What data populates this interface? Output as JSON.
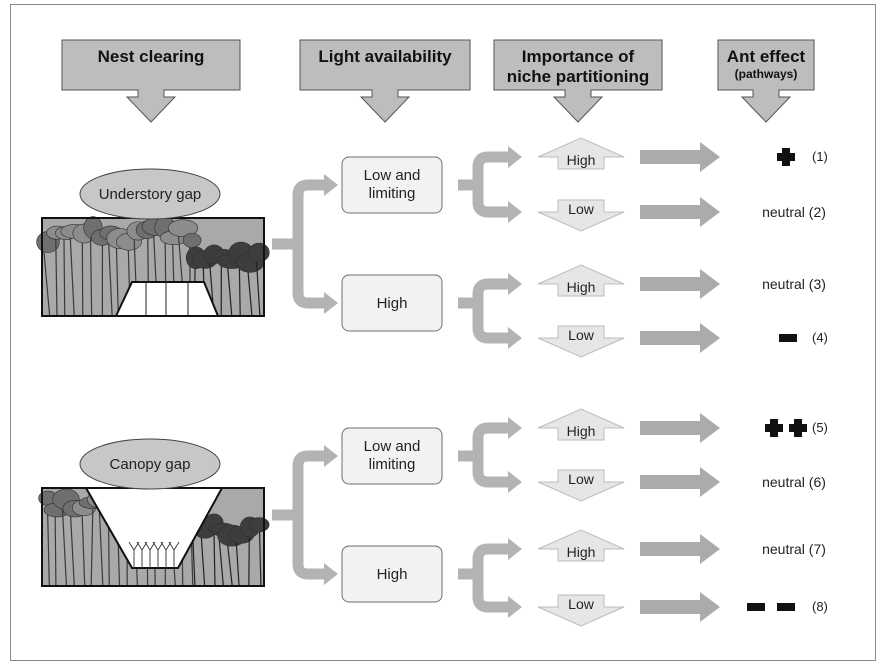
{
  "headers": [
    {
      "lines": [
        "Nest clearing"
      ],
      "sub": ""
    },
    {
      "lines": [
        "Light availability"
      ],
      "sub": ""
    },
    {
      "lines": [
        "Importance of",
        "niche partitioning"
      ],
      "sub": ""
    },
    {
      "lines": [
        "Ant effect"
      ],
      "sub": "(pathways)"
    }
  ],
  "gaps": [
    {
      "label": "Understory gap",
      "kind": "understory"
    },
    {
      "label": "Canopy gap",
      "kind": "canopy"
    }
  ],
  "light": [
    {
      "lines": [
        "Low and",
        "limiting"
      ]
    },
    {
      "lines": [
        "High"
      ]
    },
    {
      "lines": [
        "Low and",
        "limiting"
      ]
    },
    {
      "lines": [
        "High"
      ]
    }
  ],
  "niche": [
    "High",
    "Low",
    "High",
    "Low",
    "High",
    "Low",
    "High",
    "Low"
  ],
  "effects": [
    {
      "symbol": "plus",
      "count": 1,
      "text": "",
      "num": "(1)"
    },
    {
      "symbol": "",
      "count": 0,
      "text": "neutral",
      "num": "(2)"
    },
    {
      "symbol": "",
      "count": 0,
      "text": "neutral",
      "num": "(3)"
    },
    {
      "symbol": "minus",
      "count": 1,
      "text": "",
      "num": "(4)"
    },
    {
      "symbol": "plus",
      "count": 2,
      "text": "",
      "num": "(5)"
    },
    {
      "symbol": "",
      "count": 0,
      "text": "neutral",
      "num": "(6)"
    },
    {
      "symbol": "",
      "count": 0,
      "text": "neutral",
      "num": "(7)"
    },
    {
      "symbol": "minus",
      "count": 2,
      "text": "",
      "num": "(8)"
    }
  ]
}
